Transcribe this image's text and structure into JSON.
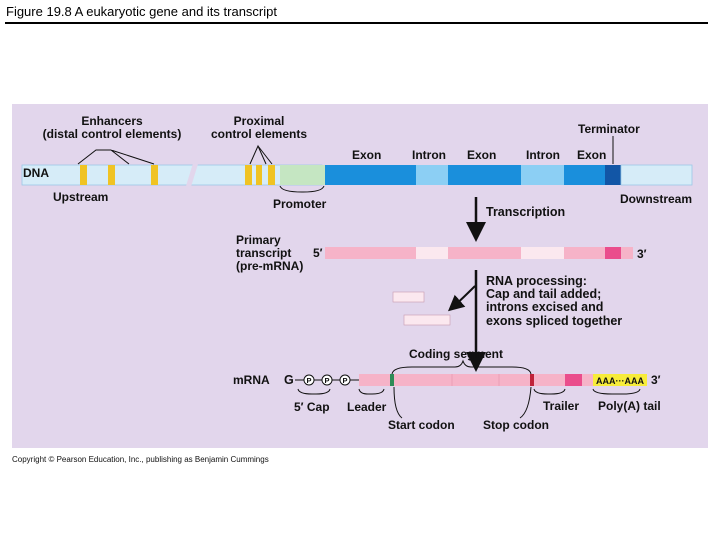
{
  "slide": {
    "title": "Figure 19.8 A eukaryotic gene and its transcript",
    "copyright": "Copyright © Pearson Education, Inc., publishing as Benjamin Cummings"
  },
  "colors": {
    "panel_bg": "#e2d6ec",
    "dna_light": "#d6ecf8",
    "exon": "#1a8fdc",
    "intron": "#8ccff4",
    "terminator": "#1256a6",
    "control_element": "#f0c323",
    "promoter": "#c5e6c2",
    "pre_mrna": "#f6b3c8",
    "intron_rna": "#fbe8ef",
    "tail_region": "#ea4d8c",
    "start_marker": "#2e8b57",
    "stop_marker": "#c0233a",
    "poly_a": "#f7ec3a"
  },
  "diagram": {
    "dna": {
      "label": "DNA",
      "enhancers_label_line1": "Enhancers",
      "enhancers_label_line2": "(distal control elements)",
      "proximal_label_line1": "Proximal",
      "proximal_label_line2": "control elements",
      "terminator_label": "Terminator",
      "segment_labels": [
        "Exon",
        "Intron",
        "Exon",
        "Intron",
        "Exon"
      ],
      "upstream_label": "Upstream",
      "promoter_label": "Promoter",
      "downstream_label": "Downstream"
    },
    "transcription_label": "Transcription",
    "pre_mrna": {
      "label_line1": "Primary",
      "label_line2": "transcript",
      "label_line3": "(pre-mRNA)",
      "five_prime": "5′",
      "three_prime": "3′"
    },
    "processing": {
      "line1": "RNA processing:",
      "line2": "Cap and tail added;",
      "line3": "introns excised and",
      "line4": "exons spliced together"
    },
    "mrna": {
      "label": "mRNA",
      "cap_g": "G",
      "phosphate": "P",
      "three_prime": "3′",
      "coding_segment_label": "Coding segment",
      "five_prime_cap_label": "5′ Cap",
      "leader_label": "Leader",
      "start_codon_label": "Start codon",
      "stop_codon_label": "Stop codon",
      "trailer_label": "Trailer",
      "poly_a_label": "Poly(A) tail",
      "poly_a_text": "AAA···AAA"
    }
  }
}
